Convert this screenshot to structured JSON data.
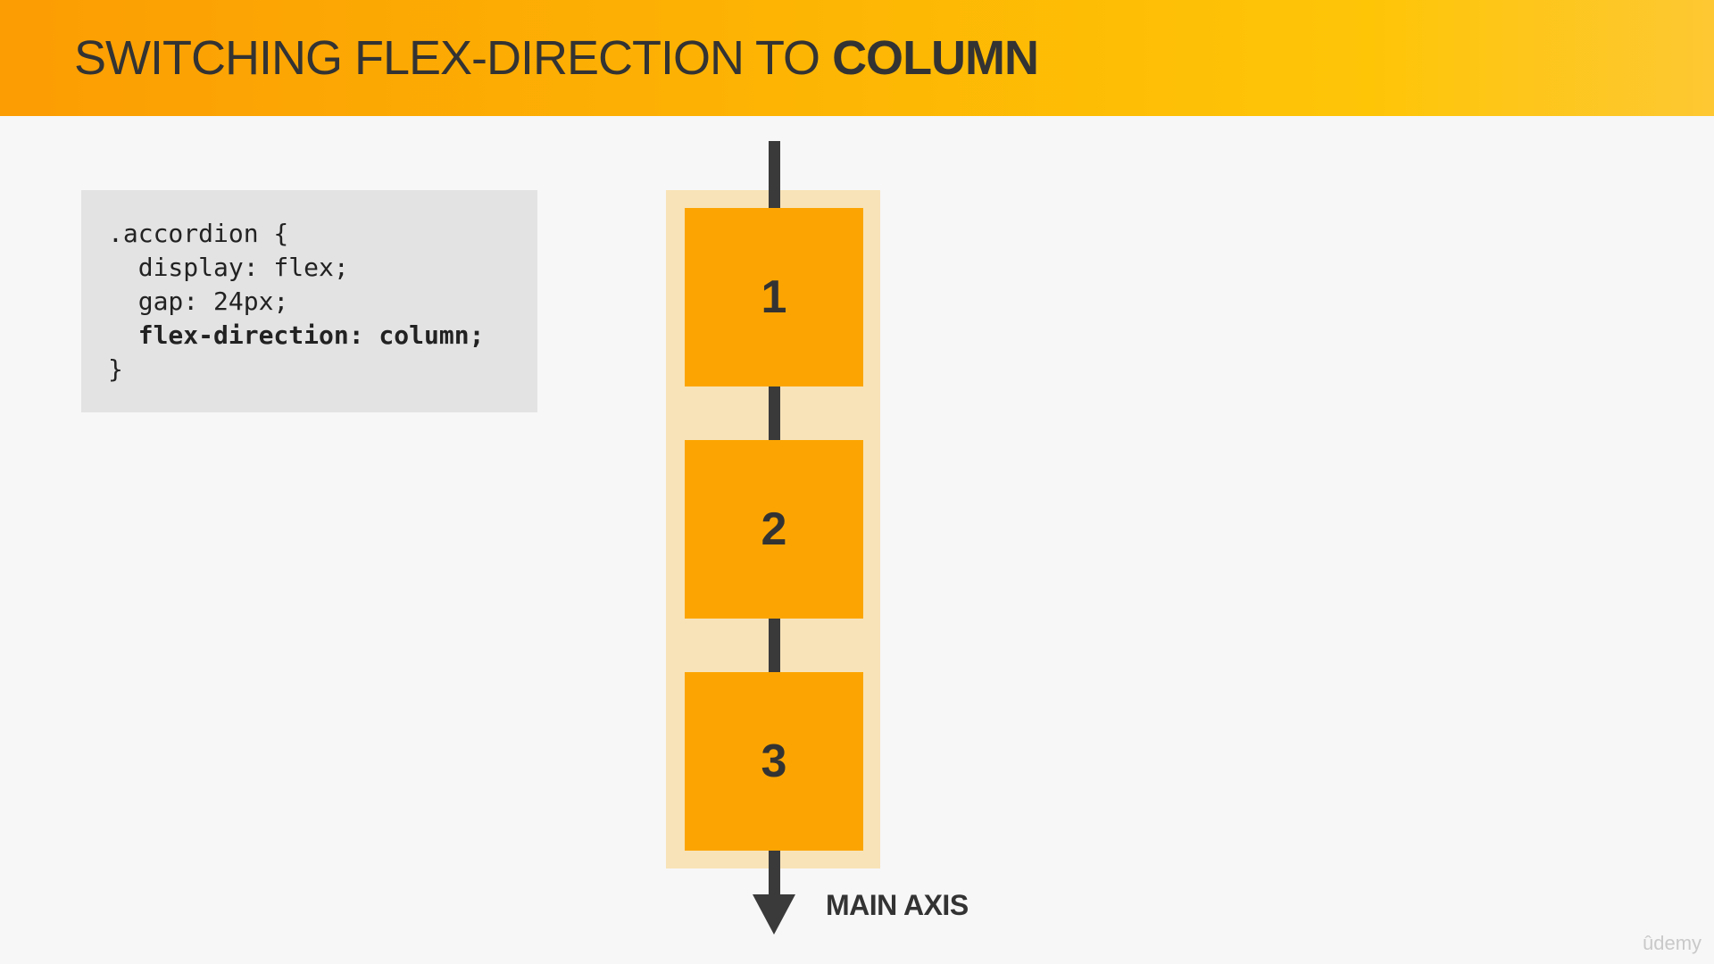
{
  "slide": {
    "title_regular": "SWITCHING FLEX-DIRECTION TO ",
    "title_bold": "COLUMN"
  },
  "code": {
    "lines": [
      ".accordion {",
      "  display: flex;",
      "  gap: 24px;",
      "  flex-direction: column;",
      "}"
    ]
  },
  "diagram": {
    "items": [
      "1",
      "2",
      "3"
    ],
    "axis_label": "MAIN AXIS"
  },
  "watermark": "ûdemy",
  "colors": {
    "header_start": "#fc9d03",
    "header_end": "#fdc832",
    "item": "#fca502",
    "container": "#f8e3b8",
    "axis": "#3a3a3a",
    "text": "#333333",
    "code_bg": "#e3e3e3",
    "background": "#f7f7f7"
  }
}
